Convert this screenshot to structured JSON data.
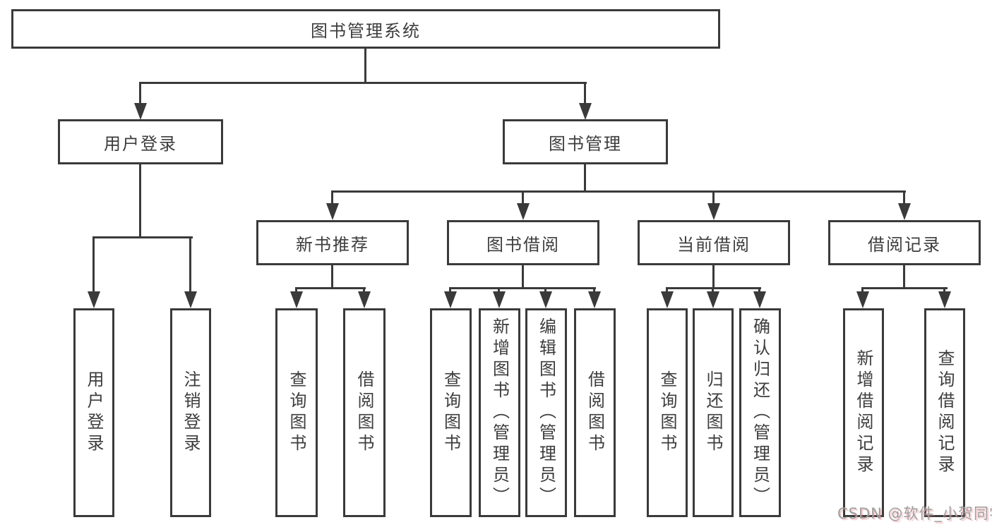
{
  "tree": {
    "root": {
      "label": "图书管理系统",
      "children": [
        {
          "label": "用户登录",
          "children": [
            {
              "label": "用户登录"
            },
            {
              "label": "注销登录"
            }
          ]
        },
        {
          "label": "图书管理",
          "children": [
            {
              "label": "新书推荐",
              "children": [
                {
                  "label": "查询图书"
                },
                {
                  "label": "借阅图书"
                }
              ]
            },
            {
              "label": "图书借阅",
              "children": [
                {
                  "label": "查询图书"
                },
                {
                  "label": "新增图书（管理员）"
                },
                {
                  "label": "编辑图书（管理员）"
                },
                {
                  "label": "借阅图书"
                }
              ]
            },
            {
              "label": "当前借阅",
              "children": [
                {
                  "label": "查询图书"
                },
                {
                  "label": "归还图书"
                },
                {
                  "label": "确认归还（管理员）"
                }
              ]
            },
            {
              "label": "借阅记录",
              "children": [
                {
                  "label": "新增借阅记录"
                },
                {
                  "label": "查询借阅记录"
                }
              ]
            }
          ]
        }
      ]
    }
  },
  "watermark": {
    "text": "CSDN @软件_小贺同学"
  },
  "colors": {
    "line": "#3a3a3a",
    "box_border": "#3a3a3a",
    "box_background": "#ffffff",
    "text": "#3d3d3d",
    "watermark_text": "#9e9e9e",
    "page_background": "#ffffff"
  }
}
